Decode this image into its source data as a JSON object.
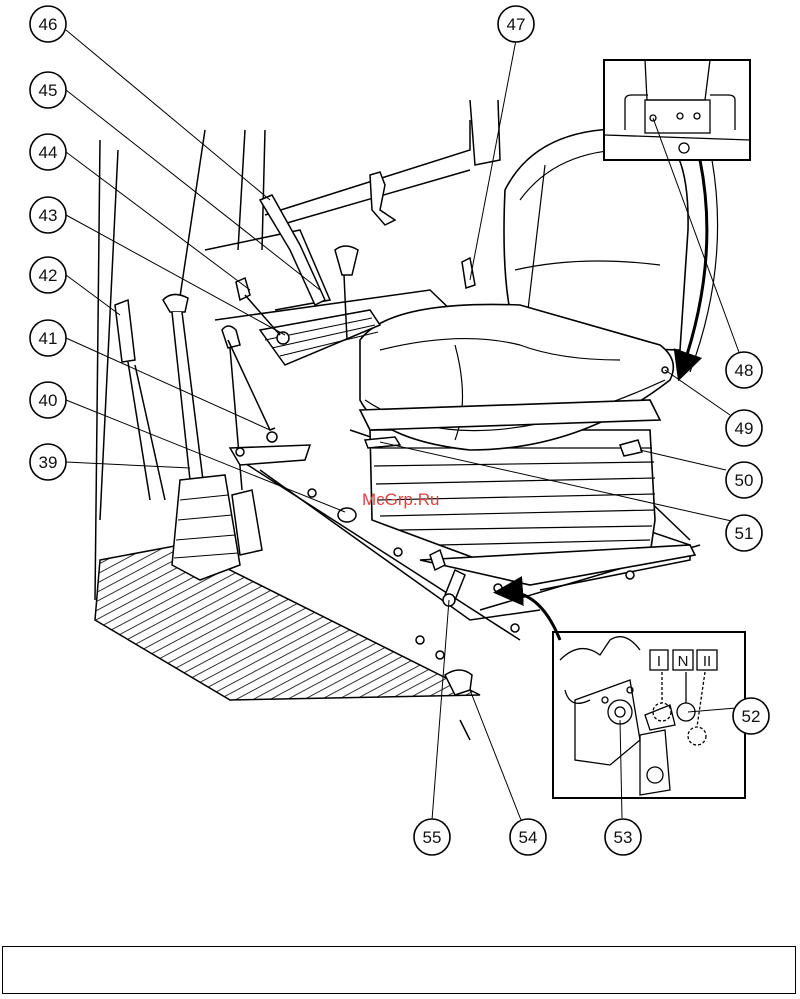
{
  "diagram": {
    "callouts": [
      "39",
      "40",
      "41",
      "42",
      "43",
      "44",
      "45",
      "46",
      "47",
      "48",
      "49",
      "50",
      "51",
      "52",
      "53",
      "54",
      "55"
    ],
    "modes": [
      "I",
      "N",
      "II"
    ],
    "watermark": "McGrp.Ru"
  },
  "caption": ""
}
